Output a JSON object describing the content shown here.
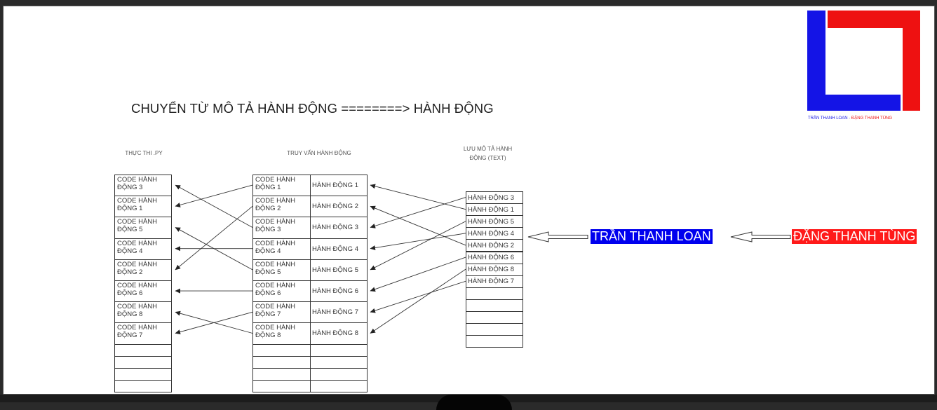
{
  "title": "CHUYỂN TỪ MÔ TẢ HÀNH ĐỘNG ========> HÀNH ĐỘNG",
  "col_exec": "THỰC THI .PY",
  "col_query": "TRUY VẤN HÀNH ĐỘNG",
  "col_store": "LƯU MÔ TẢ HÀNH ĐỘNG (TEXT)",
  "exec_rows": [
    "CODE HÀNH ĐỘNG 3",
    "CODE HÀNH ĐỘNG 1",
    "CODE HÀNH ĐỘNG 5",
    "CODE HÀNH ĐỘNG 4",
    "CODE HÀNH ĐỘNG 2",
    "CODE HÀNH ĐỘNG 6",
    "CODE HÀNH ĐỘNG 8",
    "CODE HÀNH ĐỘNG 7"
  ],
  "query_rows": [
    {
      "code": "CODE HÀNH ĐỘNG 1",
      "action": "HÀNH ĐỘNG 1"
    },
    {
      "code": "CODE HÀNH ĐỘNG 2",
      "action": "HÀNH ĐỘNG 2"
    },
    {
      "code": "CODE HÀNH ĐỘNG 3",
      "action": "HÀNH ĐỘNG 3"
    },
    {
      "code": "CODE HÀNH ĐỘNG 4",
      "action": "HÀNH ĐỘNG 4"
    },
    {
      "code": "CODE HÀNH ĐỘNG 5",
      "action": "HÀNH ĐỘNG 5"
    },
    {
      "code": "CODE HÀNH ĐỘNG 6",
      "action": "HÀNH ĐỘNG 6"
    },
    {
      "code": "CODE HÀNH ĐỘNG 7",
      "action": "HÀNH ĐỘNG 7"
    },
    {
      "code": "CODE HÀNH ĐỘNG 8",
      "action": "HÀNH ĐỘNG 8"
    }
  ],
  "store_rows": [
    "HÀNH ĐỘNG 3",
    "HÀNH ĐỘNG 1",
    "HÀNH ĐỘNG 5",
    "HÀNH ĐỘNG 4",
    "HÀNH ĐỘNG 2",
    "HÀNH ĐỘNG 6",
    "HÀNH ĐỘNG 8",
    "HÀNH ĐỘNG 7"
  ],
  "label_loan": "TRẦN THANH LOAN",
  "label_tung": "ĐẶNG THANH TÙNG",
  "logo_caption_a": "TRẦN THANH LOAN",
  "logo_caption_sep": " - ",
  "logo_caption_b": "ĐẶNG THANH TÙNG",
  "colors": {
    "loan_blue": "#0000ee",
    "tung_red": "#ff1a1a",
    "logo_blue": "#1414e6",
    "logo_red": "#ee1111"
  },
  "arrows": {
    "store_to_query": [
      [
        1,
        1
      ],
      [
        4,
        2
      ],
      [
        0,
        3
      ],
      [
        3,
        4
      ],
      [
        2,
        5
      ],
      [
        5,
        6
      ],
      [
        7,
        7
      ],
      [
        6,
        8
      ]
    ],
    "query_to_exec": [
      [
        1,
        1
      ],
      [
        2,
        2
      ],
      [
        3,
        3
      ],
      [
        4,
        4
      ],
      [
        5,
        5
      ],
      [
        6,
        6
      ],
      [
        7,
        7
      ],
      [
        8,
        8
      ]
    ]
  }
}
